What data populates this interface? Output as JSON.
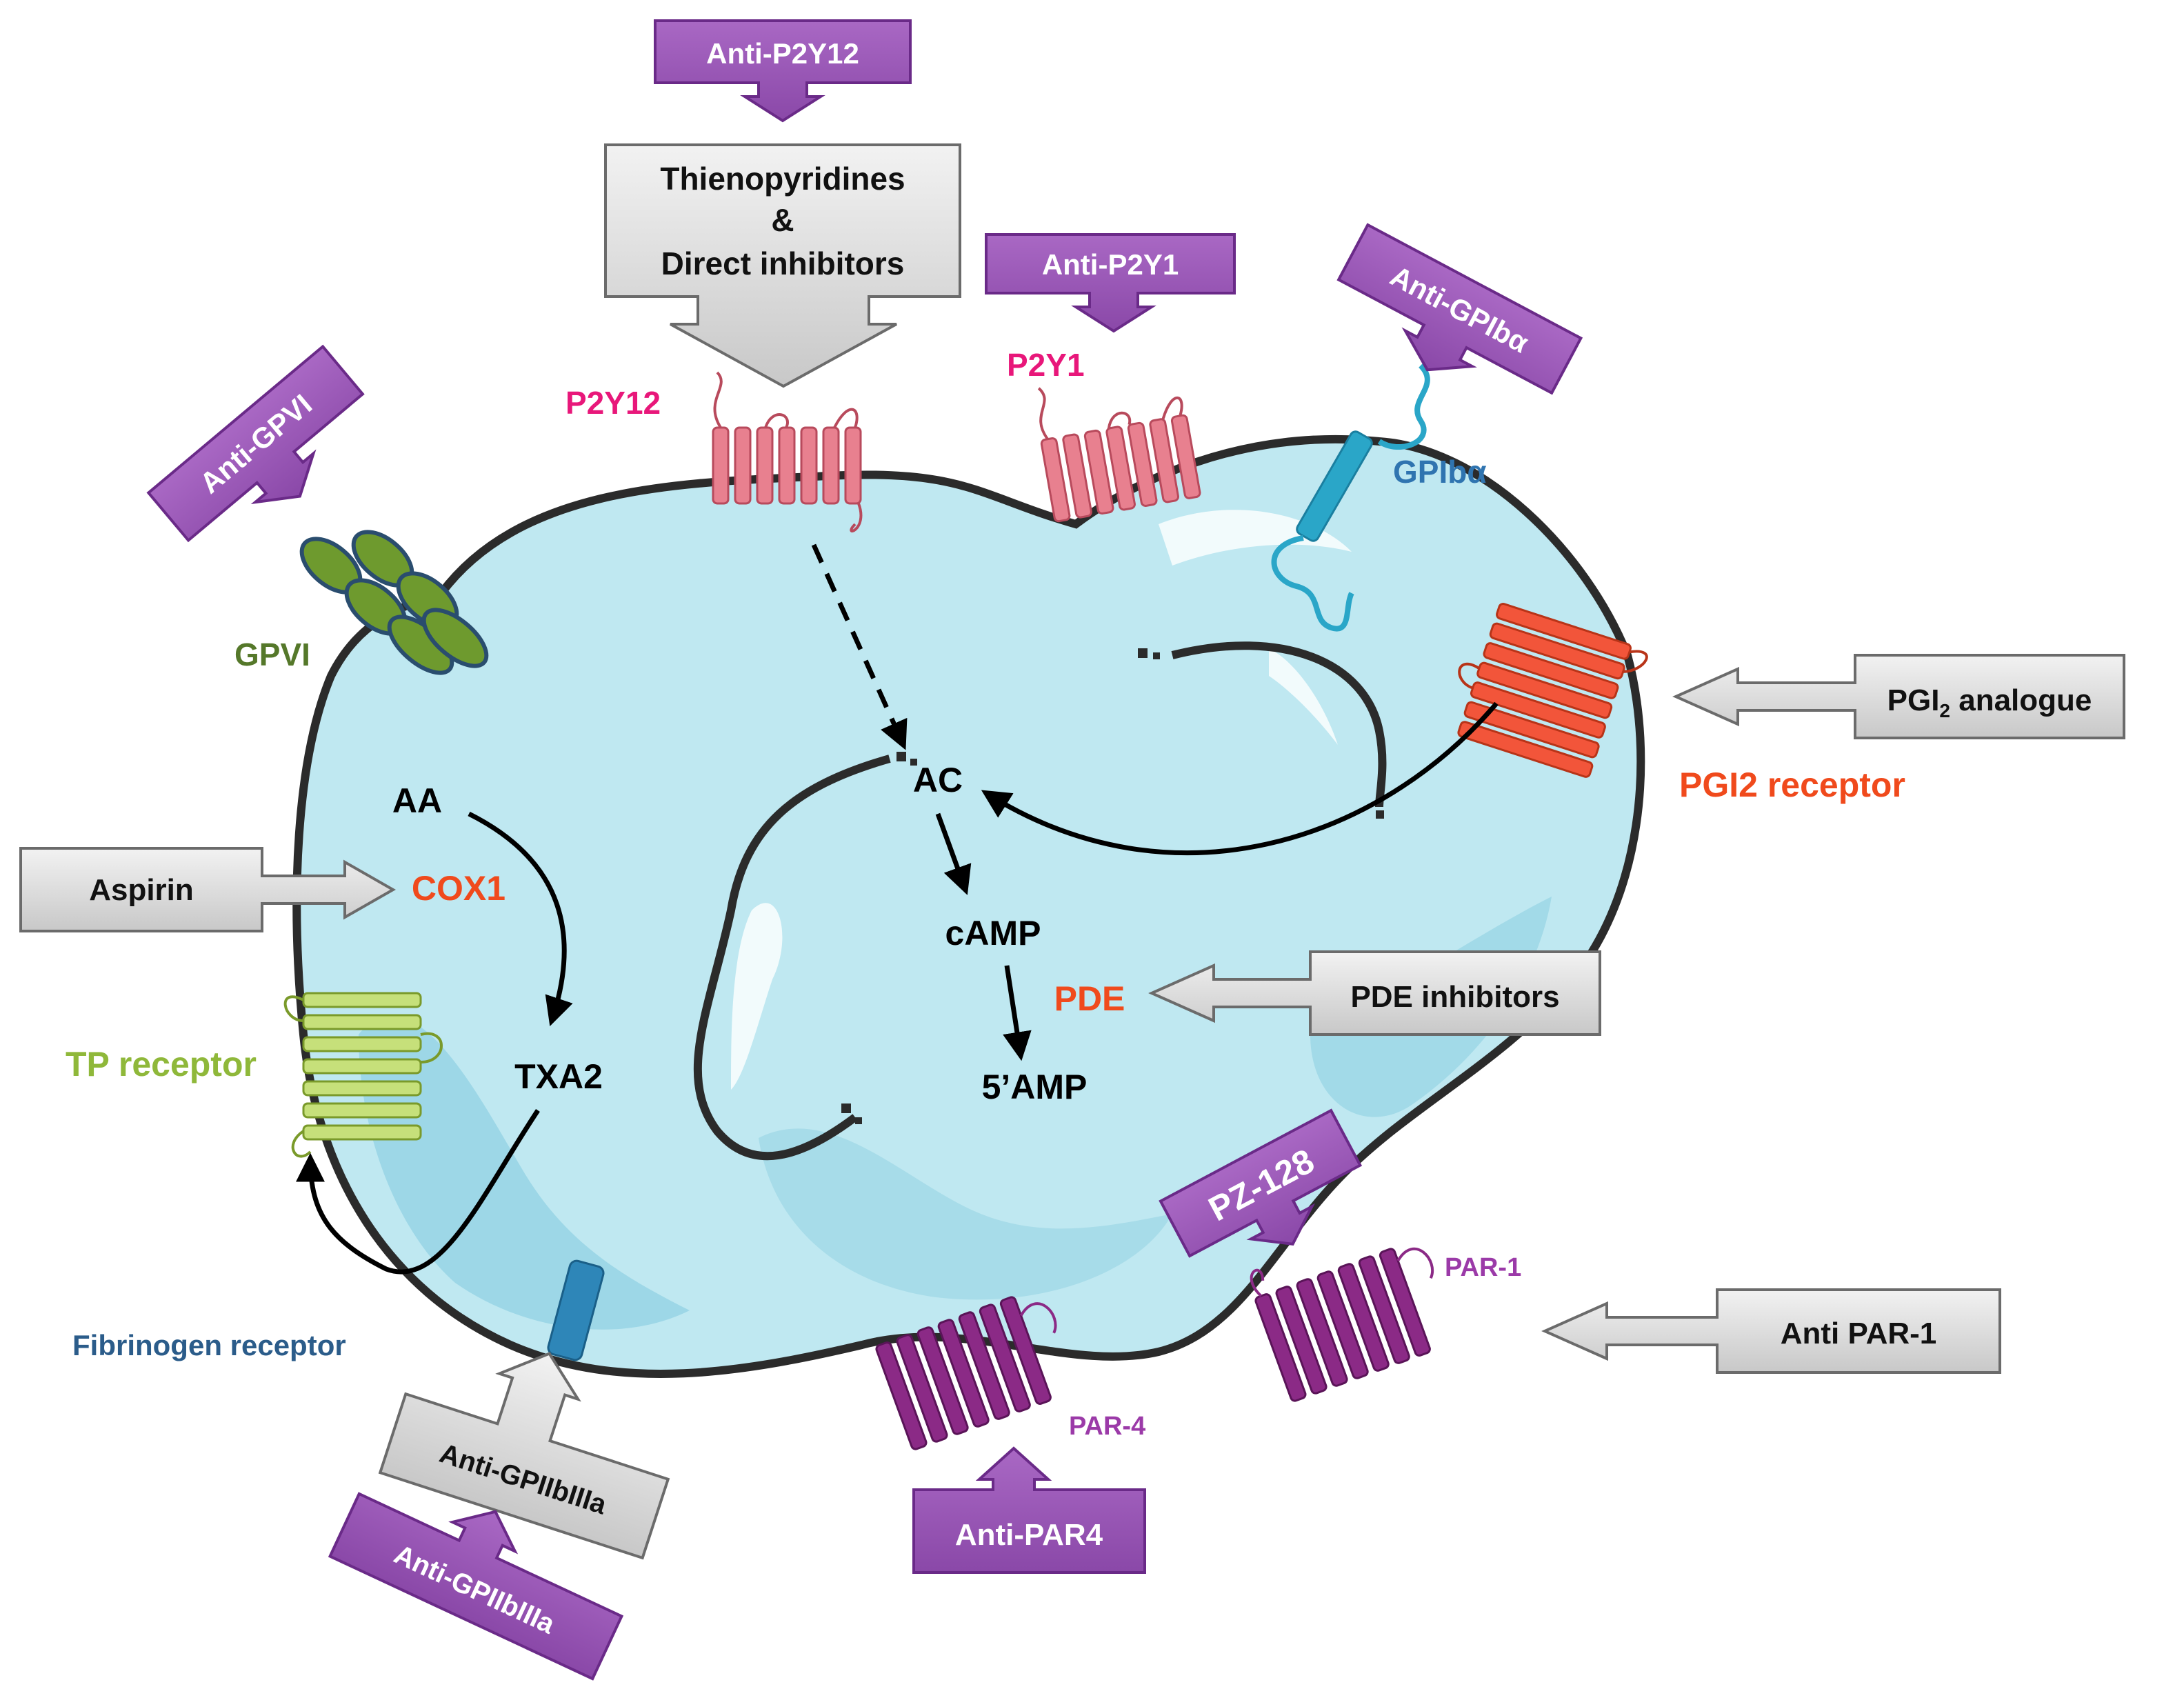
{
  "receptors": {
    "p2y12": "P2Y12",
    "p2y1": "P2Y1",
    "gpiba": "GPIbα",
    "gpvi": "GPVI",
    "pgi2_receptor": "PGI2 receptor",
    "tp_receptor": "TP receptor",
    "fibrinogen_receptor": "Fibrinogen receptor",
    "par1": "PAR-1",
    "par4": "PAR-4"
  },
  "pathway": {
    "ac": "AC",
    "camp": "cAMP",
    "amp5": "5’AMP",
    "pde": "PDE",
    "aa": "AA",
    "cox1": "COX1",
    "txa2": "TXA2"
  },
  "drugs": {
    "thienopyridines_line1": "Thienopyridines",
    "thienopyridines_line2": "&",
    "thienopyridines_line3": "Direct inhibitors",
    "pgi2_analogue_prefix": "PGI",
    "pgi2_analogue_sub": "2",
    "pgi2_analogue_suffix": " analogue",
    "aspirin": "Aspirin",
    "pde_inhibitors": "PDE inhibitors",
    "anti_par1": "Anti PAR-1",
    "anti_gpiibiiia_grey": "Anti-GPIIbIIIa"
  },
  "antibodies": {
    "anti_p2y12": "Anti-P2Y12",
    "anti_p2y1": "Anti-P2Y1",
    "anti_gpiba": "Anti-GPIbα",
    "anti_gpvi": "Anti-GPVI",
    "pz128": "PZ-128",
    "anti_par4": "Anti-PAR4",
    "anti_gpiibiiia": "Anti-GPIIbIIIa"
  },
  "colors": {
    "cell_fill": "#bfe8f1",
    "cell_outline": "#2b2b2b",
    "p2y_receptor": "#e8808f",
    "p2y_label": "#e8177a",
    "pgi2_receptor": "#f2553a",
    "pgi2_label": "#f04a1c",
    "tp_receptor": "#c6e07a",
    "tp_label": "#8fb83a",
    "par_receptor": "#8b2a86",
    "par_label": "#9b3aa8",
    "gpvi": "#6e9a2e",
    "gpvi_label": "#55782a",
    "gpiba": "#2aa6c8",
    "gpiba_label": "#2f74b0",
    "fibrinogen": "#2e86b8",
    "fibrinogen_label": "#2b5c8a",
    "cox_pde_label": "#f04a1c",
    "antibody_box": "#9b59b6",
    "drug_box": "#d4d4d4"
  }
}
